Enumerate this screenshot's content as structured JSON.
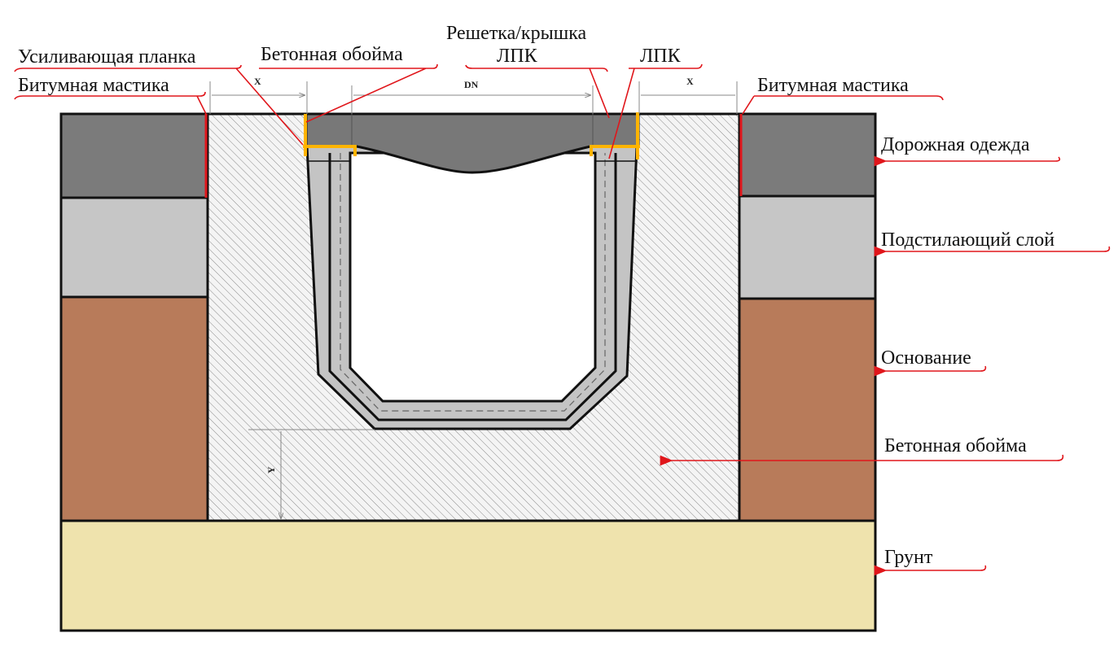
{
  "labels": {
    "reinforcing_strip": "Усиливающая планка",
    "bitumen_left": "Битумная мастика",
    "concrete_top": "Бетонная обойма",
    "grate_cover": "Решетка/крышка",
    "lpk_left": "ЛПК",
    "lpk_right": "ЛПК",
    "bitumen_right": "Битумная мастика",
    "road_pavement": "Дорожная одежда",
    "underlayer": "Подстилающий  слой",
    "base": "Основание",
    "concrete_right": "Бетонная обойма",
    "soil": "Грунт"
  },
  "dimensions": {
    "x_left": "X",
    "dn": "DN",
    "x_right": "X",
    "y": "Y"
  },
  "colors": {
    "road": "#7b7b7b",
    "underlayer": "#c6c6c6",
    "base": "#b87b5a",
    "soil": "#efe3ad",
    "grate": "#787878",
    "channel": "#c4c4c4",
    "strip": "#ffb400",
    "leader": "#e0161b"
  }
}
